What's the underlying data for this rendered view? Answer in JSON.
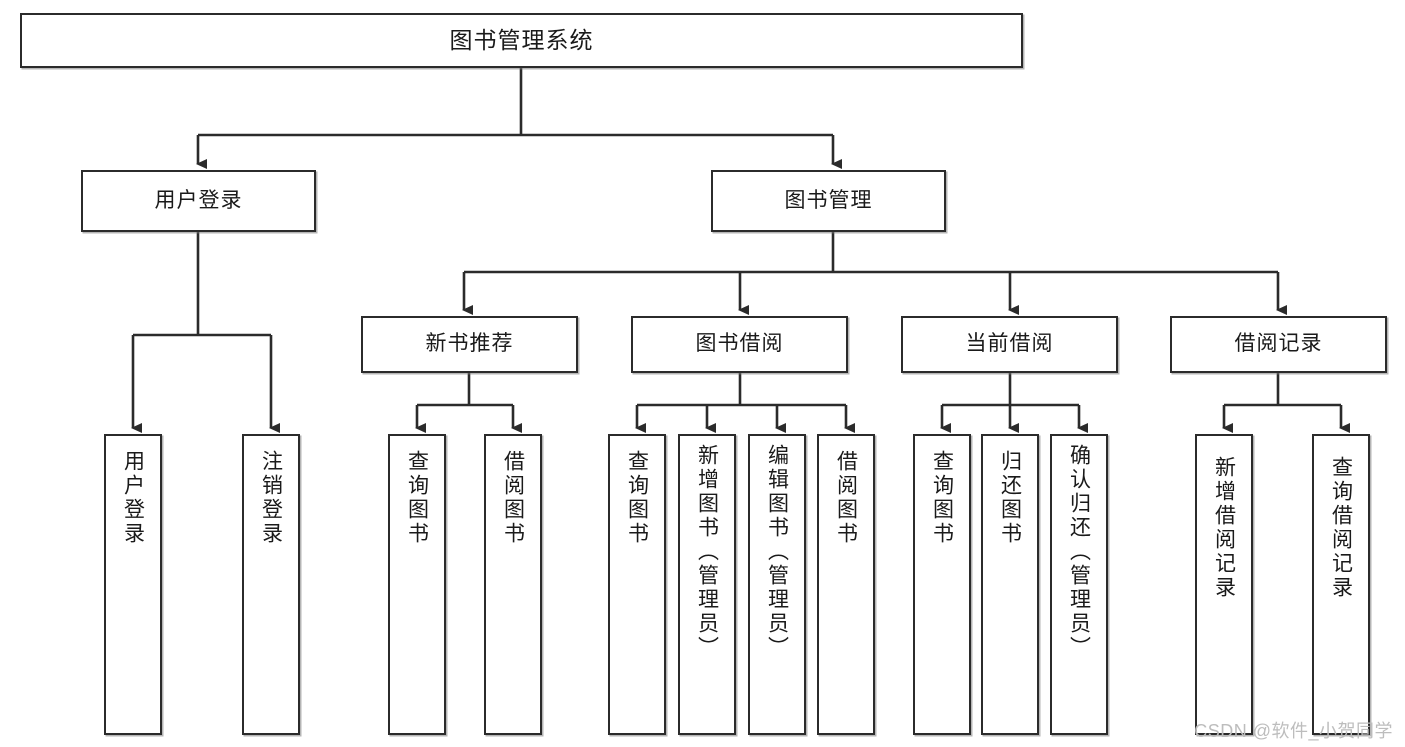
{
  "diagram": {
    "title": "图书管理系统",
    "type": "tree",
    "watermark": "CSDN @软件_小贺同学",
    "colors": {
      "box_border": "#2b2b2b",
      "box_fill": "#ffffff",
      "connector": "#2b2b2b",
      "text": "#1a1a1a",
      "watermark": "#bdbdbd"
    },
    "root": {
      "label": "图书管理系统"
    },
    "level1": [
      {
        "id": "user-login",
        "label": "用户登录"
      },
      {
        "id": "book-management",
        "label": "图书管理"
      }
    ],
    "level2": [
      {
        "id": "new-book-recommend",
        "label": "新书推荐",
        "parent": "book-management"
      },
      {
        "id": "book-borrow",
        "label": "图书借阅",
        "parent": "book-management"
      },
      {
        "id": "current-borrow",
        "label": "当前借阅",
        "parent": "book-management"
      },
      {
        "id": "borrow-record",
        "label": "借阅记录",
        "parent": "book-management"
      }
    ],
    "leaves": {
      "user_login": [
        {
          "id": "leaf-user-login",
          "label": "用户登录"
        },
        {
          "id": "leaf-user-logout",
          "label": "注销登录"
        }
      ],
      "new_book_recommend": [
        {
          "id": "leaf-query-book-1",
          "label": "查询图书"
        },
        {
          "id": "leaf-borrow-book-1",
          "label": "借阅图书"
        }
      ],
      "book_borrow": [
        {
          "id": "leaf-query-book-2",
          "label": "查询图书"
        },
        {
          "id": "leaf-add-book",
          "label": "新增图书（管理员）"
        },
        {
          "id": "leaf-edit-book",
          "label": "编辑图书（管理员）"
        },
        {
          "id": "leaf-borrow-book-2",
          "label": "借阅图书"
        }
      ],
      "current_borrow": [
        {
          "id": "leaf-query-book-3",
          "label": "查询图书"
        },
        {
          "id": "leaf-return-book",
          "label": "归还图书"
        },
        {
          "id": "leaf-confirm-return",
          "label": "确认归还（管理员）"
        }
      ],
      "borrow_record": [
        {
          "id": "leaf-add-record",
          "label": "新增借阅记录"
        },
        {
          "id": "leaf-query-record",
          "label": "查询借阅记录"
        }
      ]
    }
  }
}
